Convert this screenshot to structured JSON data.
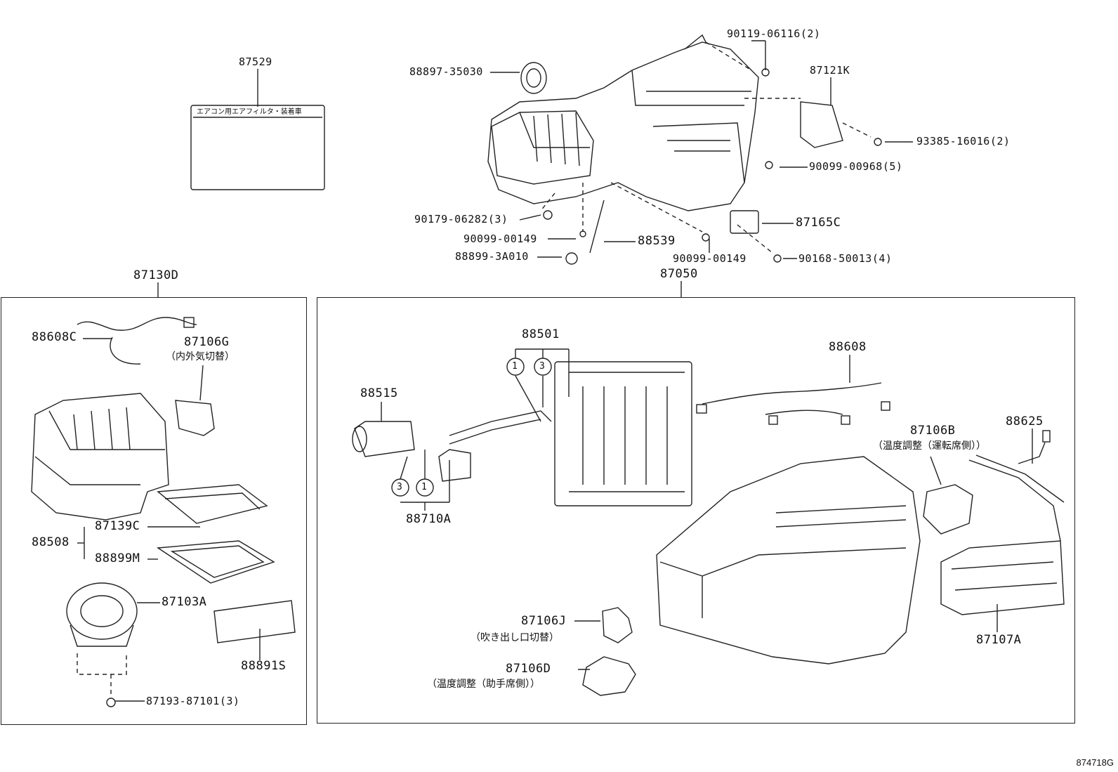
{
  "labels": {
    "p87529": "87529",
    "p88897": "88897-35030",
    "p90119": "90119-06116(2)",
    "p87121K": "87121K",
    "p93385": "93385-16016(2)",
    "p90099_968": "90099-00968(5)",
    "p90179": "90179-06282(3)",
    "p87165C": "87165C",
    "p90099_149a": "90099-00149",
    "p88539": "88539",
    "p88899_3A": "88899-3A010",
    "p90099_149b": "90099-00149",
    "p90168": "90168-50013(4)",
    "p87130D": "87130D",
    "p87050": "87050",
    "p88608C": "88608C",
    "p87106G": "87106G",
    "p87139C": "87139C",
    "p88508": "88508",
    "p88899M": "88899M",
    "p87103A": "87103A",
    "p88891S": "88891S",
    "p87193": "87193-87101(3)",
    "p88501": "88501",
    "p88515": "88515",
    "p88710A": "88710A",
    "p88608": "88608",
    "p87106B": "87106B",
    "p88625": "88625",
    "p87106J": "87106J",
    "p87106D": "87106D",
    "p87107A": "87107A"
  },
  "japanese": {
    "j87106G": "（内外気切替）",
    "j87106B": "（温度調整（運転席側））",
    "j87106J": "（吹き出し口切替）",
    "j87106D": "（温度調整（助手席側））"
  },
  "caution_tag_text": "エアコン用エアフィルタ・装着車",
  "circle_refs": [
    "1",
    "3",
    "3",
    "1"
  ],
  "catalog_number": "874718G"
}
